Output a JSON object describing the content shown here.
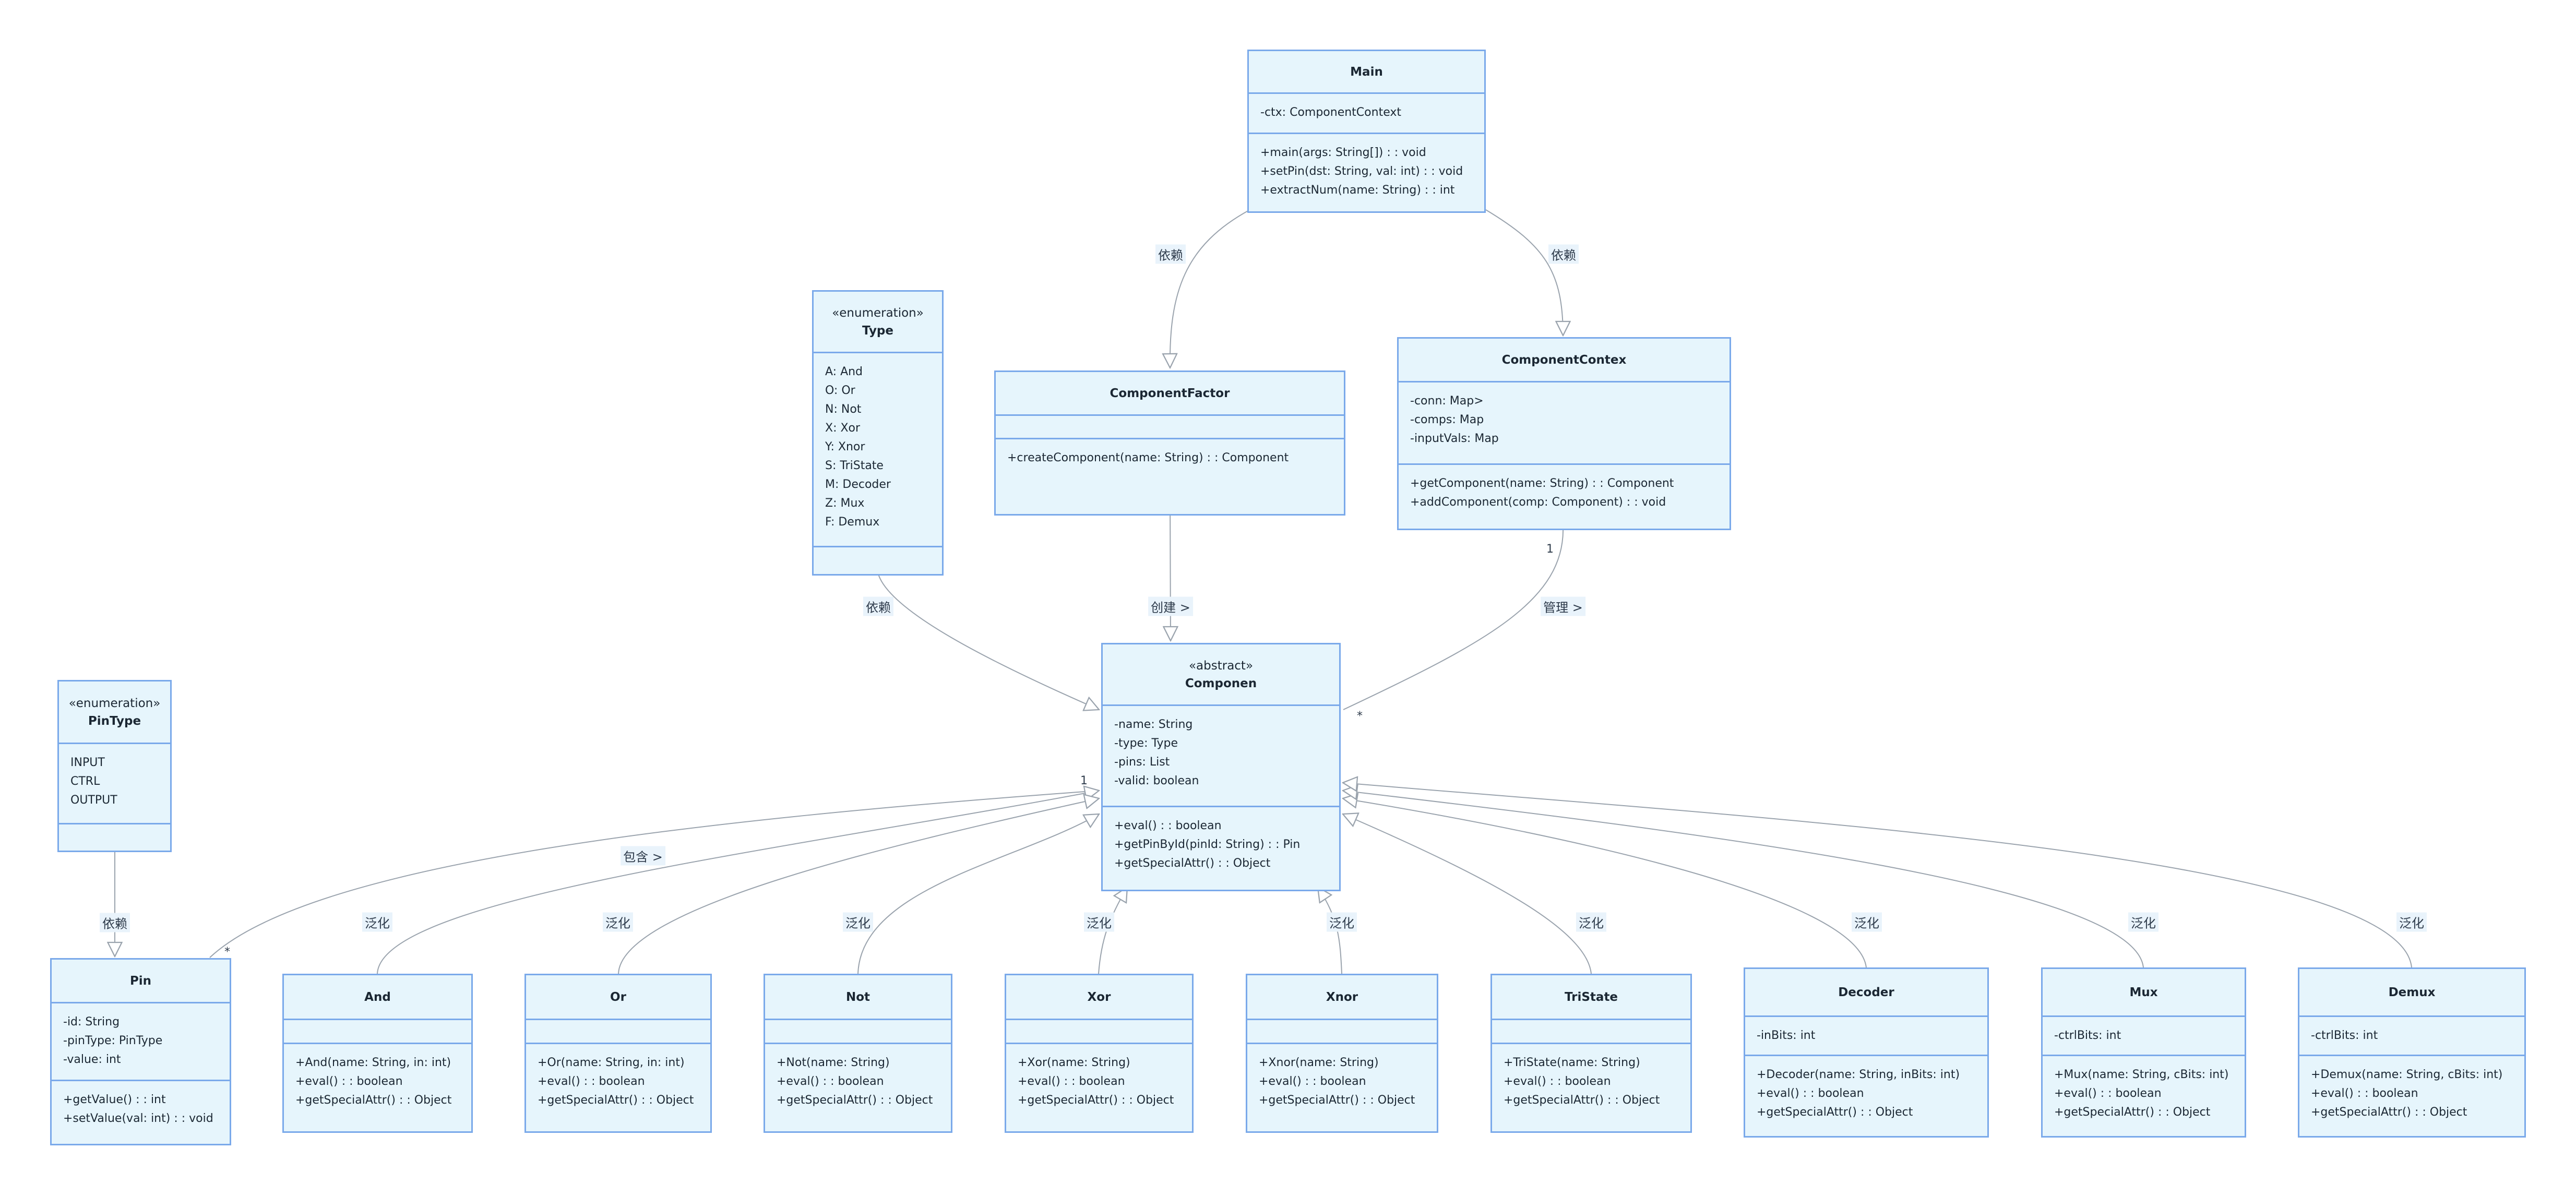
{
  "classes": {
    "main": {
      "stereotype": "",
      "name": "Main",
      "attributes": [
        "-ctx: ComponentContext"
      ],
      "methods": [
        "+main(args: String[]) : : void",
        "+setPin(dst: String, val: int) : : void",
        "+extractNum(name: String) : : int"
      ]
    },
    "type": {
      "stereotype": "«enumeration»",
      "name": "Type",
      "attributes": [
        "A: And",
        "O: Or",
        "N: Not",
        "X: Xor",
        "Y: Xnor",
        "S: TriState",
        "M: Decoder",
        "Z: Mux",
        "F: Demux"
      ],
      "methods": []
    },
    "factory": {
      "stereotype": "",
      "name": "ComponentFactor",
      "attributes": [],
      "methods": [
        "+createComponent(name: String) : : Component"
      ]
    },
    "context": {
      "stereotype": "",
      "name": "ComponentContex",
      "attributes": [
        "-conn: Map>",
        "-comps: Map",
        "-inputVals: Map"
      ],
      "methods": [
        "+getComponent(name: String) : : Component",
        "+addComponent(comp: Component) : : void"
      ]
    },
    "component": {
      "stereotype": "«abstract»",
      "name": "Componen",
      "attributes": [
        "-name: String",
        "-type: Type",
        "-pins: List",
        "-valid: boolean"
      ],
      "methods": [
        "+eval() : : boolean",
        "+getPinById(pinId: String) : : Pin",
        "+getSpecialAttr() : : Object"
      ]
    },
    "pintype": {
      "stereotype": "«enumeration»",
      "name": "PinType",
      "attributes": [
        "INPUT",
        "CTRL",
        "OUTPUT"
      ],
      "methods": []
    },
    "pin": {
      "stereotype": "",
      "name": "Pin",
      "attributes": [
        "-id: String",
        "-pinType: PinType",
        "-value: int"
      ],
      "methods": [
        "+getValue() : : int",
        "+setValue(val: int) : : void"
      ]
    },
    "and": {
      "stereotype": "",
      "name": "And",
      "attributes": [],
      "methods": [
        "+And(name: String, in: int)",
        "+eval() : : boolean",
        "+getSpecialAttr() : : Object"
      ]
    },
    "or": {
      "stereotype": "",
      "name": "Or",
      "attributes": [],
      "methods": [
        "+Or(name: String, in: int)",
        "+eval() : : boolean",
        "+getSpecialAttr() : : Object"
      ]
    },
    "not": {
      "stereotype": "",
      "name": "Not",
      "attributes": [],
      "methods": [
        "+Not(name: String)",
        "+eval() : : boolean",
        "+getSpecialAttr() : : Object"
      ]
    },
    "xor": {
      "stereotype": "",
      "name": "Xor",
      "attributes": [],
      "methods": [
        "+Xor(name: String)",
        "+eval() : : boolean",
        "+getSpecialAttr() : : Object"
      ]
    },
    "xnor": {
      "stereotype": "",
      "name": "Xnor",
      "attributes": [],
      "methods": [
        "+Xnor(name: String)",
        "+eval() : : boolean",
        "+getSpecialAttr() : : Object"
      ]
    },
    "tristate": {
      "stereotype": "",
      "name": "TriState",
      "attributes": [],
      "methods": [
        "+TriState(name: String)",
        "+eval() : : boolean",
        "+getSpecialAttr() : : Object"
      ]
    },
    "decoder": {
      "stereotype": "",
      "name": "Decoder",
      "attributes": [
        "-inBits: int"
      ],
      "methods": [
        "+Decoder(name: String, inBits: int)",
        "+eval() : : boolean",
        "+getSpecialAttr() : : Object"
      ]
    },
    "mux": {
      "stereotype": "",
      "name": "Mux",
      "attributes": [
        "-ctrlBits: int"
      ],
      "methods": [
        "+Mux(name: String, cBits: int)",
        "+eval() : : boolean",
        "+getSpecialAttr() : : Object"
      ]
    },
    "demux": {
      "stereotype": "",
      "name": "Demux",
      "attributes": [
        "-ctrlBits: int"
      ],
      "methods": [
        "+Demux(name: String, cBits: int)",
        "+eval() : : boolean",
        "+getSpecialAttr() : : Object"
      ]
    }
  },
  "relationships": [
    {
      "from": "main",
      "to": "factory",
      "label": "依赖",
      "kind": "dependency"
    },
    {
      "from": "main",
      "to": "context",
      "label": "依赖",
      "kind": "dependency"
    },
    {
      "from": "factory",
      "to": "component",
      "label": "创建 >",
      "kind": "dependency"
    },
    {
      "from": "context",
      "to": "component",
      "label": "管理 >",
      "kind": "association",
      "from_mult": "1",
      "to_mult": "*"
    },
    {
      "from": "type",
      "to": "component",
      "label": "依赖",
      "kind": "dependency"
    },
    {
      "from": "pintype",
      "to": "pin",
      "label": "依赖",
      "kind": "dependency"
    },
    {
      "from": "component",
      "to": "pin",
      "label": "包含 >",
      "kind": "composition",
      "from_mult": "1",
      "to_mult": "*"
    },
    {
      "from": "and",
      "to": "component",
      "label": "泛化",
      "kind": "generalization"
    },
    {
      "from": "or",
      "to": "component",
      "label": "泛化",
      "kind": "generalization"
    },
    {
      "from": "not",
      "to": "component",
      "label": "泛化",
      "kind": "generalization"
    },
    {
      "from": "xor",
      "to": "component",
      "label": "泛化",
      "kind": "generalization"
    },
    {
      "from": "xnor",
      "to": "component",
      "label": "泛化",
      "kind": "generalization"
    },
    {
      "from": "tristate",
      "to": "component",
      "label": "泛化",
      "kind": "generalization"
    },
    {
      "from": "decoder",
      "to": "component",
      "label": "泛化",
      "kind": "generalization"
    },
    {
      "from": "mux",
      "to": "component",
      "label": "泛化",
      "kind": "generalization"
    },
    {
      "from": "demux",
      "to": "component",
      "label": "泛化",
      "kind": "generalization"
    }
  ],
  "colors": {
    "box_fill": "#e6f5fc",
    "box_border": "#7aa9ea",
    "edge": "#9aa3ad",
    "label_bg": "#e9f3fb"
  }
}
